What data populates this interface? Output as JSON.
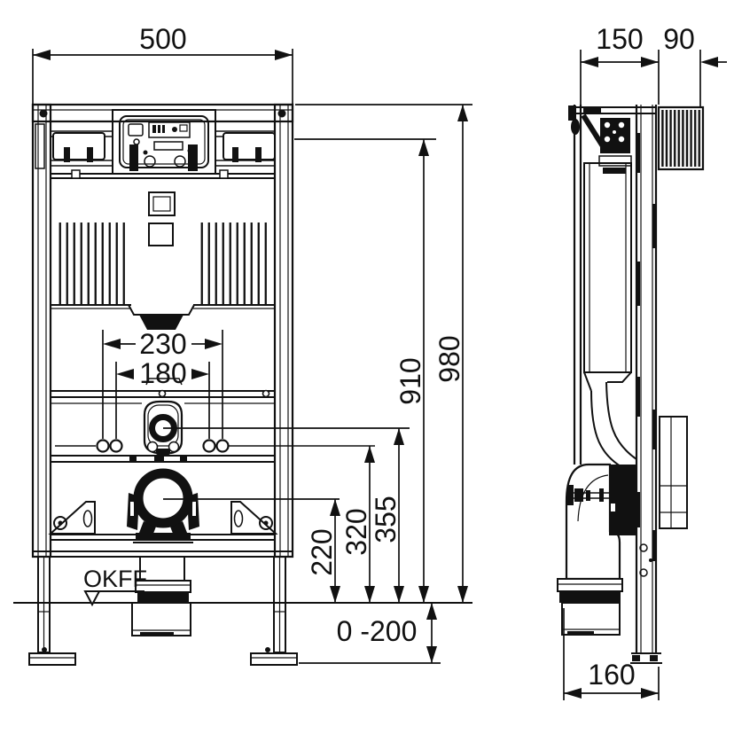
{
  "drawing": {
    "floor_marker_label": "OKFF",
    "front_view": {
      "overall_width": "500",
      "bolt_spacing_outer": "230",
      "bolt_spacing_inner": "180",
      "outlet_height": "220",
      "bolt_height": "320",
      "flush_bend_height": "355",
      "upper_fixing_height": "910",
      "frame_height": "980",
      "foot_adjustment": "0 -200"
    },
    "side_view": {
      "frame_depth": "150",
      "cover_depth": "90",
      "outlet_offset": "160"
    }
  }
}
